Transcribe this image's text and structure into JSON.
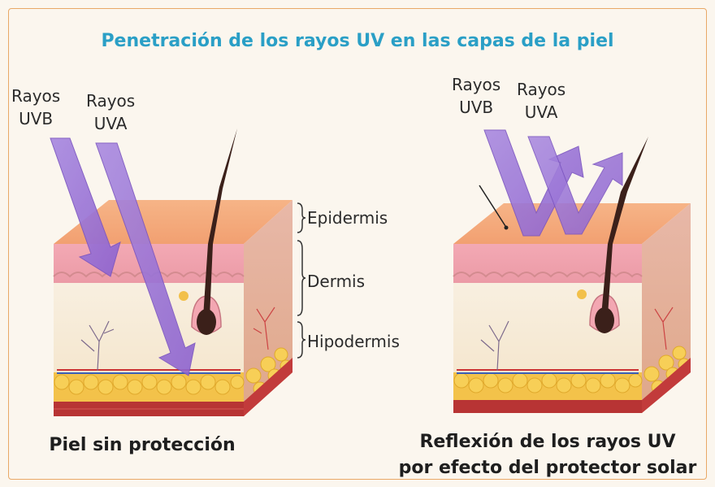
{
  "title": "Penetración de los rayos UV en las capas de la piel",
  "left_panel": {
    "uvb_label_line1": "Rayos",
    "uvb_label_line2": "UVB",
    "uva_label_line1": "Rayos",
    "uva_label_line2": "UVA",
    "caption": "Piel sin protección"
  },
  "right_panel": {
    "uvb_label_line1": "Rayos",
    "uvb_label_line2": "UVB",
    "uva_label_line1": "Rayos",
    "uva_label_line2": "UVA",
    "caption_line1": "Reflexión de los rayos UV",
    "caption_line2": "por efecto del protector solar"
  },
  "layers": {
    "epidermis": "Epidermis",
    "dermis": "Dermis",
    "hipodermis": "Hipodermis"
  },
  "colors": {
    "title": "#2a9fc6",
    "arrow": "#9a74d4",
    "frame": "#e9a866"
  }
}
